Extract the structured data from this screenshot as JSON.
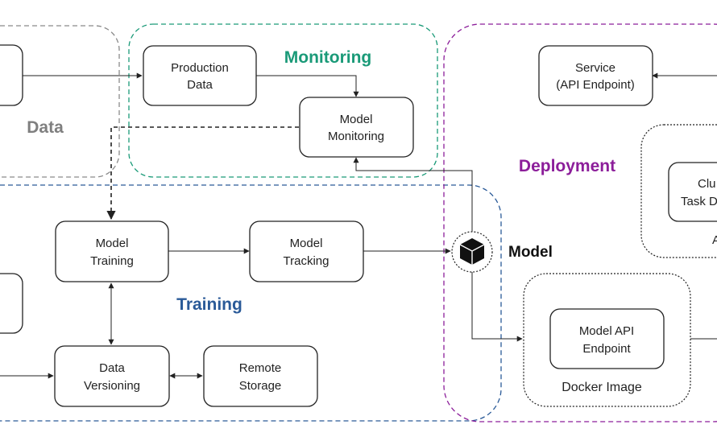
{
  "colors": {
    "data_group": "#7f7f7f",
    "monitoring_group": "#1a9a78",
    "training_group": "#2a5a98",
    "deployment_group": "#8c1e9a",
    "box_stroke": "#222222",
    "text": "#222222"
  },
  "groups": {
    "data": "Data",
    "monitoring": "Monitoring",
    "training": "Training",
    "deployment": "Deployment"
  },
  "nodes": {
    "production_data": [
      "Production",
      "Data"
    ],
    "model_monitoring": [
      "Model",
      "Monitoring"
    ],
    "model_training": [
      "Model",
      "Training"
    ],
    "model_tracking": [
      "Model",
      "Tracking"
    ],
    "data_versioning": [
      "Data",
      "Versioning"
    ],
    "remote_storage": [
      "Remote",
      "Storage"
    ],
    "service": [
      "Service",
      "(API Endpoint)"
    ],
    "cluster_task": [
      "Clu",
      "Task D"
    ],
    "model_api_endpoint": [
      "Model API",
      "Endpoint"
    ]
  },
  "labels": {
    "model": "Model",
    "docker_image": "Docker Image",
    "cluster_caption": "A"
  },
  "icons": {
    "model_icon": "cube-icon"
  }
}
